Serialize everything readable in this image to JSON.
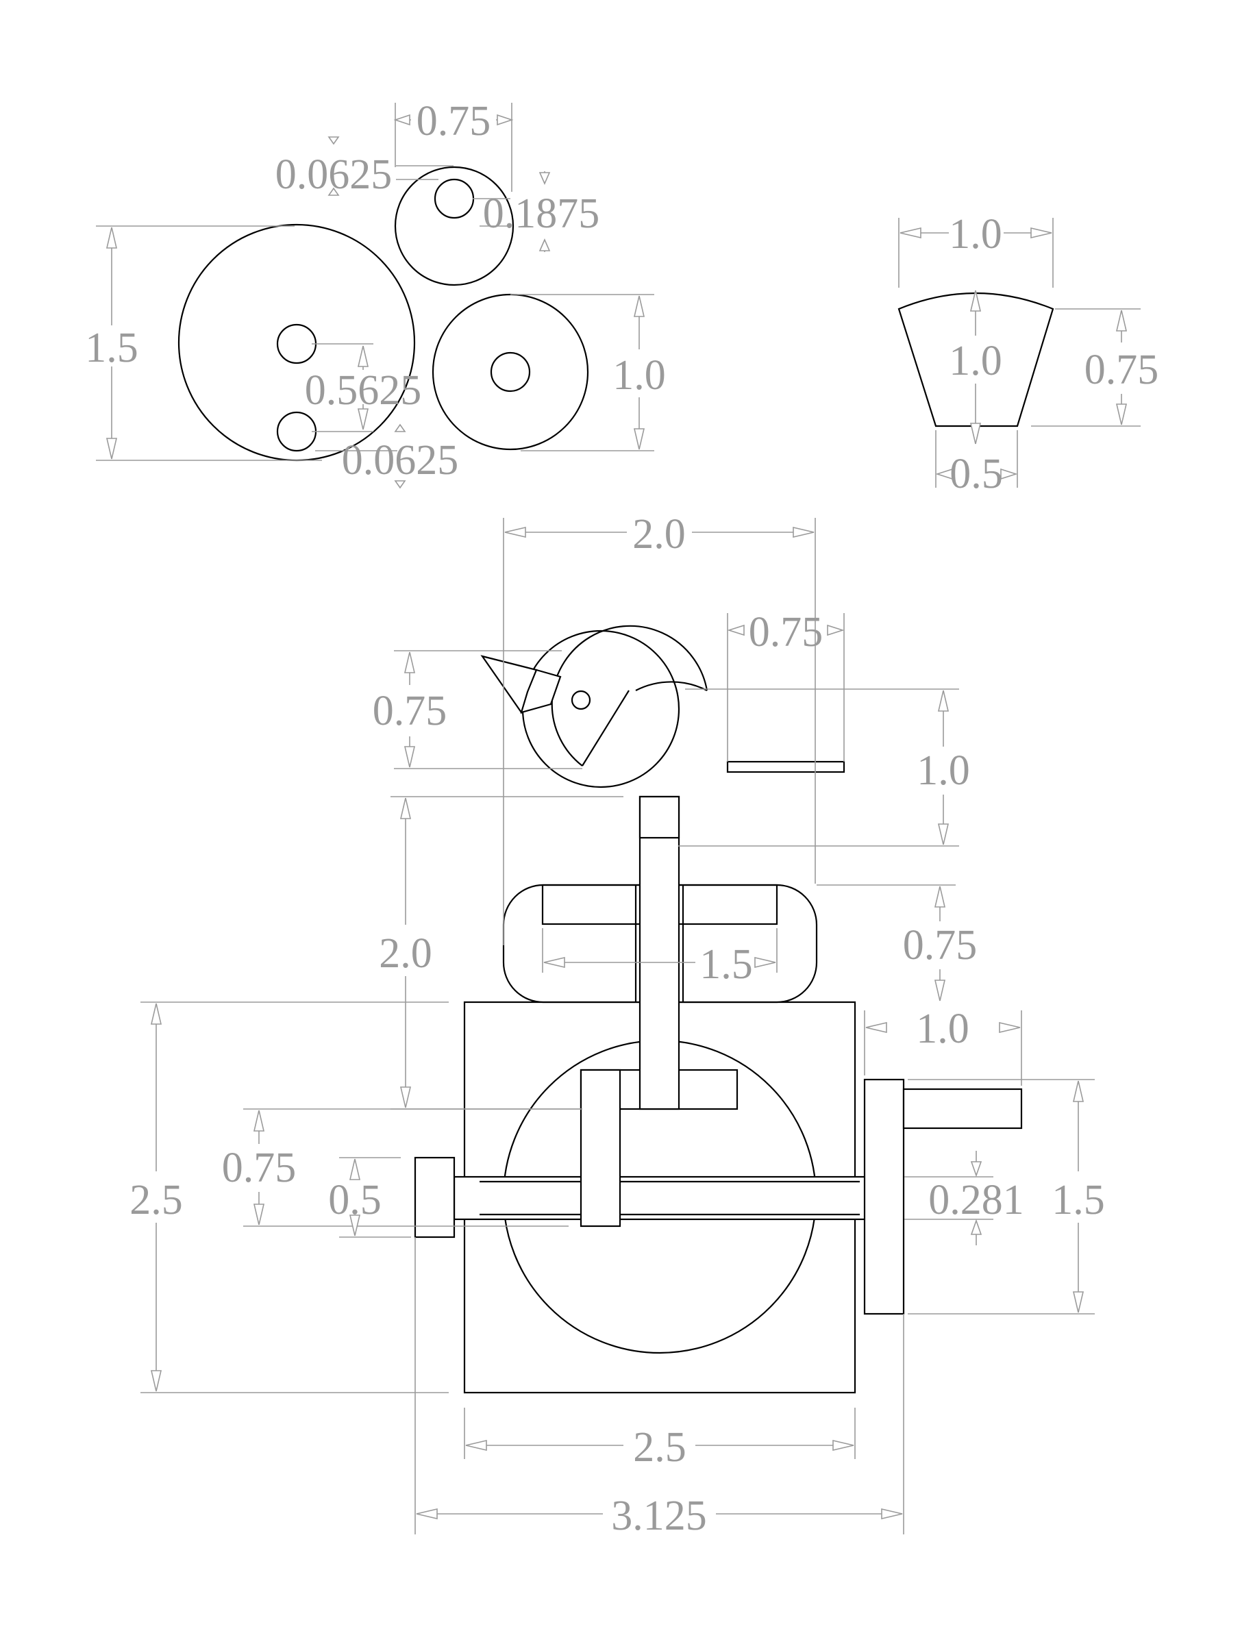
{
  "dimensions": {
    "gear_small_width": "0.75",
    "gear_small_hole_offset": "0.0625",
    "gear_small_hole_dia": "0.1875",
    "gear_large_dia": "1.5",
    "gear_large_hole_spacing": "0.5625",
    "gear_large_hole_offset": "0.0625",
    "wheel_dia": "1.0",
    "wedge_top_width": "1.0",
    "wedge_height_inner": "1.0",
    "wedge_height_outer": "0.75",
    "wedge_bottom_width": "0.5",
    "assembly_overall_width_top": "2.0",
    "tail_length": "0.75",
    "head_height": "0.75",
    "body_height": "1.0",
    "post_height": "2.0",
    "block_height": "0.75",
    "block_slot_width": "1.5",
    "crank_arm_width": "1.0",
    "box_height": "2.5",
    "cam_offset": "0.75",
    "axle_height": "0.5",
    "axle_dia": "0.281",
    "crank_height": "1.5",
    "box_width": "2.5",
    "overall_width": "3.125"
  },
  "colors": {
    "object_lines": "#000000",
    "dimension_lines": "#9a9a9a",
    "background": "#ffffff"
  }
}
